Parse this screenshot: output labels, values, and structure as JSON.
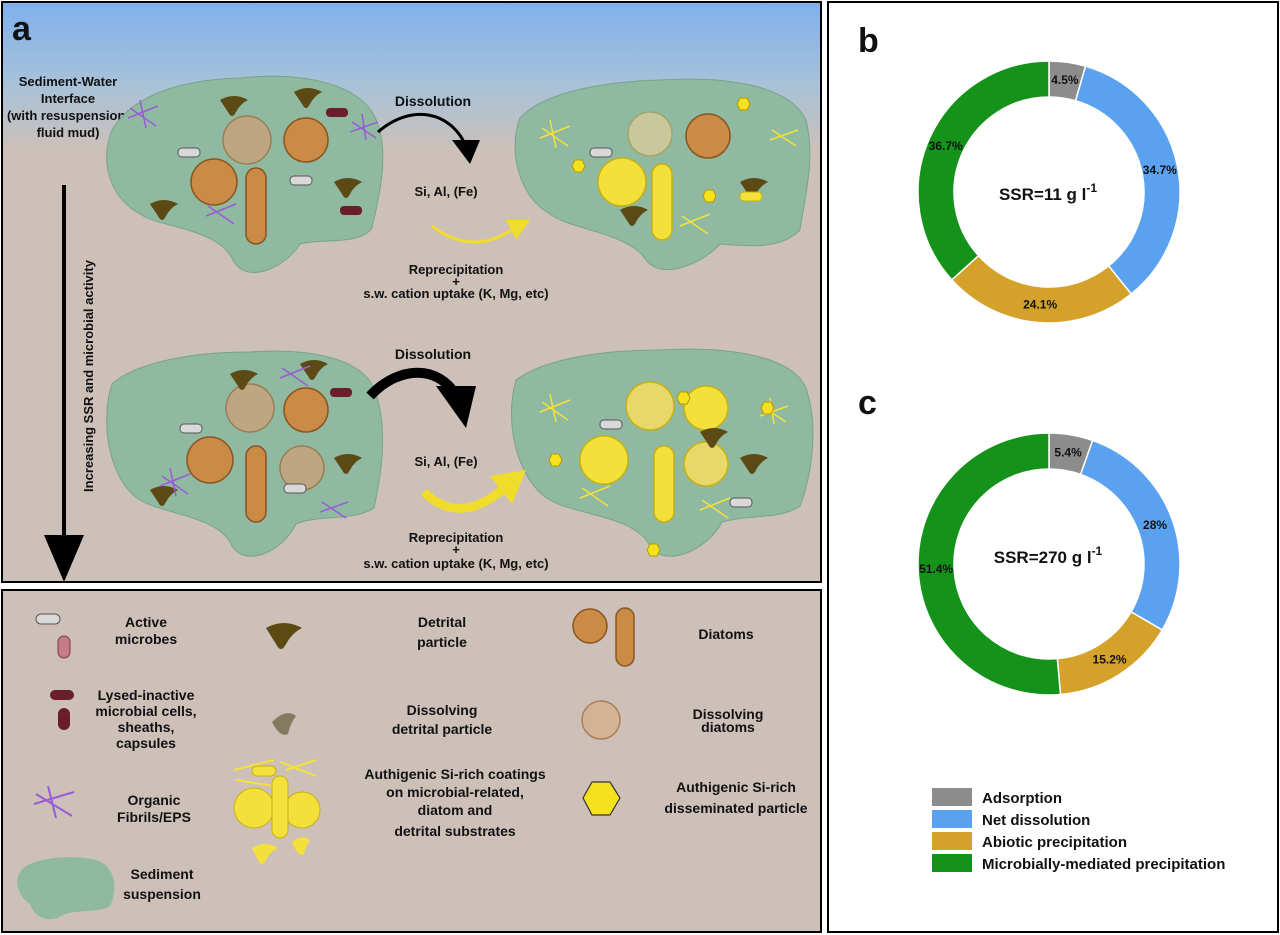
{
  "panel_a": {
    "letter": "a",
    "interface_label": [
      "Sediment-Water",
      "Interface",
      "(with resuspension/",
      "fluid mud)"
    ],
    "vertical_label": "Increasing SSR and microbial activity",
    "top": {
      "dissolution": "Dissolution",
      "elements": "Si, Al, (Fe)",
      "reprecip": "Reprecipitation",
      "plus": "+",
      "uptake": "s.w. cation uptake (K, Mg, etc)"
    },
    "bottom": {
      "dissolution": "Dissolution",
      "elements": "Si, Al, (Fe)",
      "reprecip": "Reprecipitation",
      "plus": "+",
      "uptake": "s.w. cation uptake (K, Mg, etc)"
    }
  },
  "key": {
    "active_microbes": [
      "Active",
      "microbes"
    ],
    "lysed": [
      "Lysed-inactive",
      "microbial cells,",
      "sheaths,",
      "capsules"
    ],
    "fibrils": [
      "Organic",
      "Fibrils/EPS"
    ],
    "suspension": [
      "Sediment",
      "suspension"
    ],
    "detrital": [
      "Detrital",
      "particle"
    ],
    "dissolving_detrital": [
      "Dissolving",
      "detrital particle"
    ],
    "coatings": [
      "Authigenic Si-rich coatings",
      "on microbial-related,",
      "diatom and",
      "detrital substrates"
    ],
    "diatoms": [
      "Diatoms"
    ],
    "dissolving_diatoms": [
      "Dissolving",
      "diatoms"
    ],
    "disseminated": [
      "Authigenic Si-rich",
      "disseminated particle"
    ]
  },
  "panel_b": {
    "letter": "b",
    "center_main": "SSR=11 g l",
    "center_sup": "-1"
  },
  "panel_c": {
    "letter": "c",
    "center_main": "SSR=270 g l",
    "center_sup": "-1"
  },
  "legend": [
    "Adsorption",
    "Net dissolution",
    "Abiotic precipitation",
    "Microbially-mediated precipitation"
  ],
  "colors": {
    "adsorption": "#8c8c8c",
    "net_dissolution": "#5aa2f0",
    "abiotic": "#d4a12b",
    "microbial": "#14921a",
    "sky": "#7fb0ee",
    "sediment": "#cdc0b8",
    "suspension": "#8fb9a0"
  },
  "chart_data": [
    {
      "type": "pie",
      "title": "SSR=11 g l-1",
      "categories": [
        "Adsorption",
        "Net dissolution",
        "Abiotic precipitation",
        "Microbially-mediated precipitation"
      ],
      "values": [
        4.5,
        34.7,
        24.1,
        36.7
      ],
      "labels": [
        "4.5%",
        "34.7%",
        "24.1%",
        "36.7%"
      ]
    },
    {
      "type": "pie",
      "title": "SSR=270 g l-1",
      "categories": [
        "Adsorption",
        "Net dissolution",
        "Abiotic precipitation",
        "Microbially-mediated precipitation"
      ],
      "values": [
        5.4,
        28,
        15.2,
        51.4
      ],
      "labels": [
        "5.4%",
        "28%",
        "15.2%",
        "51.4%"
      ]
    }
  ]
}
